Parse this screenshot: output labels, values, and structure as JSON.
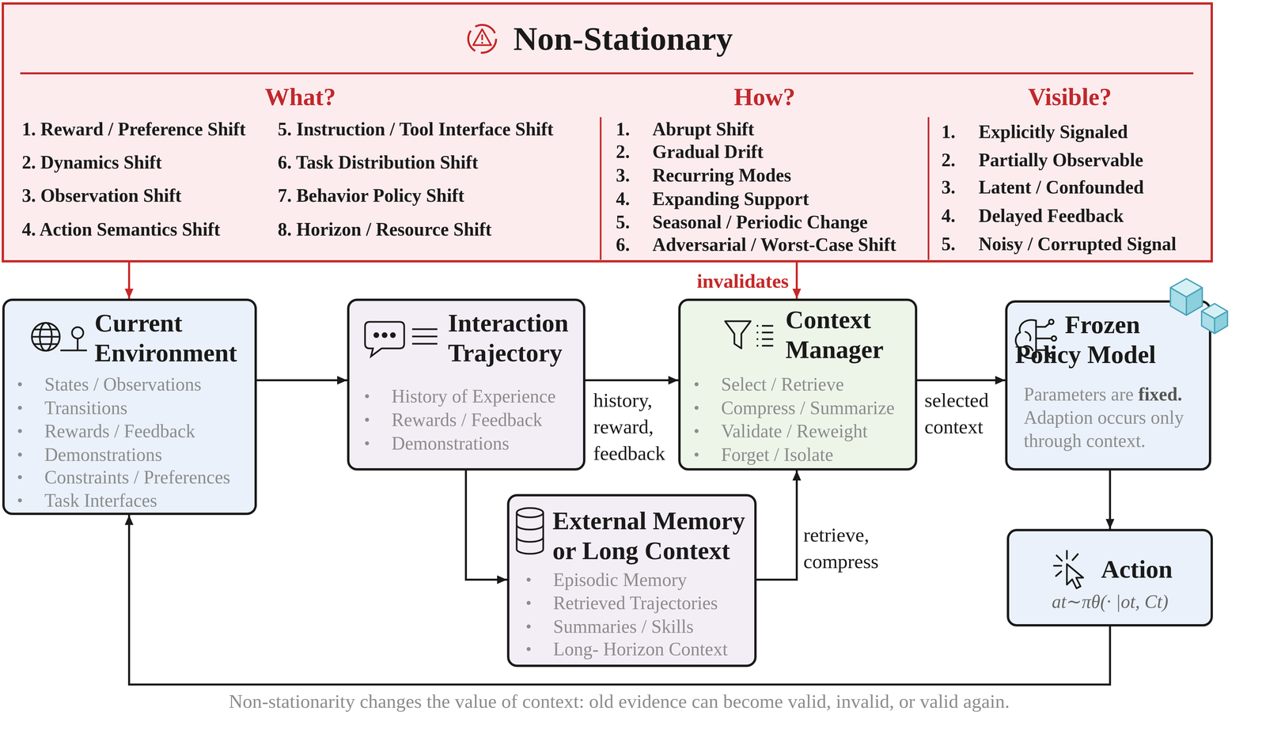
{
  "diagram": {
    "caption": "Non-stationarity changes the value of context: old evidence can become valid, invalid, or valid again.",
    "nodes": [
      {
        "text": [
          "Non-Stationary",
          "What?",
          "1. Reward / Preference Shift",
          "2. Dynamics Shift",
          "3. Observation Shift",
          "4. Action Semantics Shift",
          "5. Instruction / Tool Interface Shift",
          "6. Task Distribution Shift",
          "7. Behavior Policy Shift",
          "8. Horizon / Resource Shift",
          "How?",
          "1.",
          "Abrupt Shift",
          "2.",
          "Gradual Drift",
          "3.",
          "Recurring Modes",
          "4.",
          "Expanding Support",
          "5.",
          "Seasonal / Periodic Change",
          "6.",
          "Adversarial / Worst-Case Shift",
          "Visible?",
          "1.",
          "Explicitly Signaled",
          "2.",
          "Partially Observable",
          "3.",
          "Latent / Confounded",
          "4.",
          "Delayed Feedback",
          "5.",
          "Noisy / Corrupted Signal"
        ]
      },
      {
        "text": [
          "Current Environment",
          "States / Observations",
          "Transitions",
          "Rewards / Feedback",
          "Demonstrations",
          "Constraints / Preferences",
          "Task Interfaces"
        ]
      },
      {
        "text": [
          "Interaction Trajectory",
          "History of Experience",
          "Rewards / Feedback",
          "Demonstrations"
        ]
      },
      {
        "text": [
          "Context Manager",
          "Select / Retrieve",
          "Compress / Summarize",
          "Validate / Reweight",
          "Forget / Isolate"
        ]
      },
      {
        "text": [
          "Frozen Policy Model",
          "Parameters are",
          "fixed.",
          "Adaption occurs only through context."
        ]
      },
      {
        "text": [
          "External Memory or Long Context",
          "Episodic Memory",
          "Retrieved Trajectories",
          "Summaries / Skills",
          "Long- Horizon Context"
        ]
      },
      {
        "text": [
          "Action",
          "at∼πθ(· |ot, Ct)"
        ]
      }
    ],
    "edges": [
      {
        "from": 0,
        "to": 1,
        "arrow": "to"
      },
      {
        "from": 0,
        "to": 3,
        "label": "invalidates",
        "arrow": "to"
      },
      {
        "from": 1,
        "to": 2,
        "arrow": "to"
      },
      {
        "from": 2,
        "to": 3,
        "label": "history, reward, feedback",
        "arrow": "to"
      },
      {
        "from": 2,
        "to": 5,
        "arrow": "to"
      },
      {
        "from": 5,
        "to": 3,
        "label": "retrieve, compress",
        "arrow": "to"
      },
      {
        "from": 3,
        "to": 4,
        "label": "selected context",
        "arrow": "to"
      },
      {
        "from": 4,
        "to": 6,
        "arrow": "to"
      },
      {
        "from": 6,
        "to": 1,
        "arrow": "to"
      }
    ]
  }
}
